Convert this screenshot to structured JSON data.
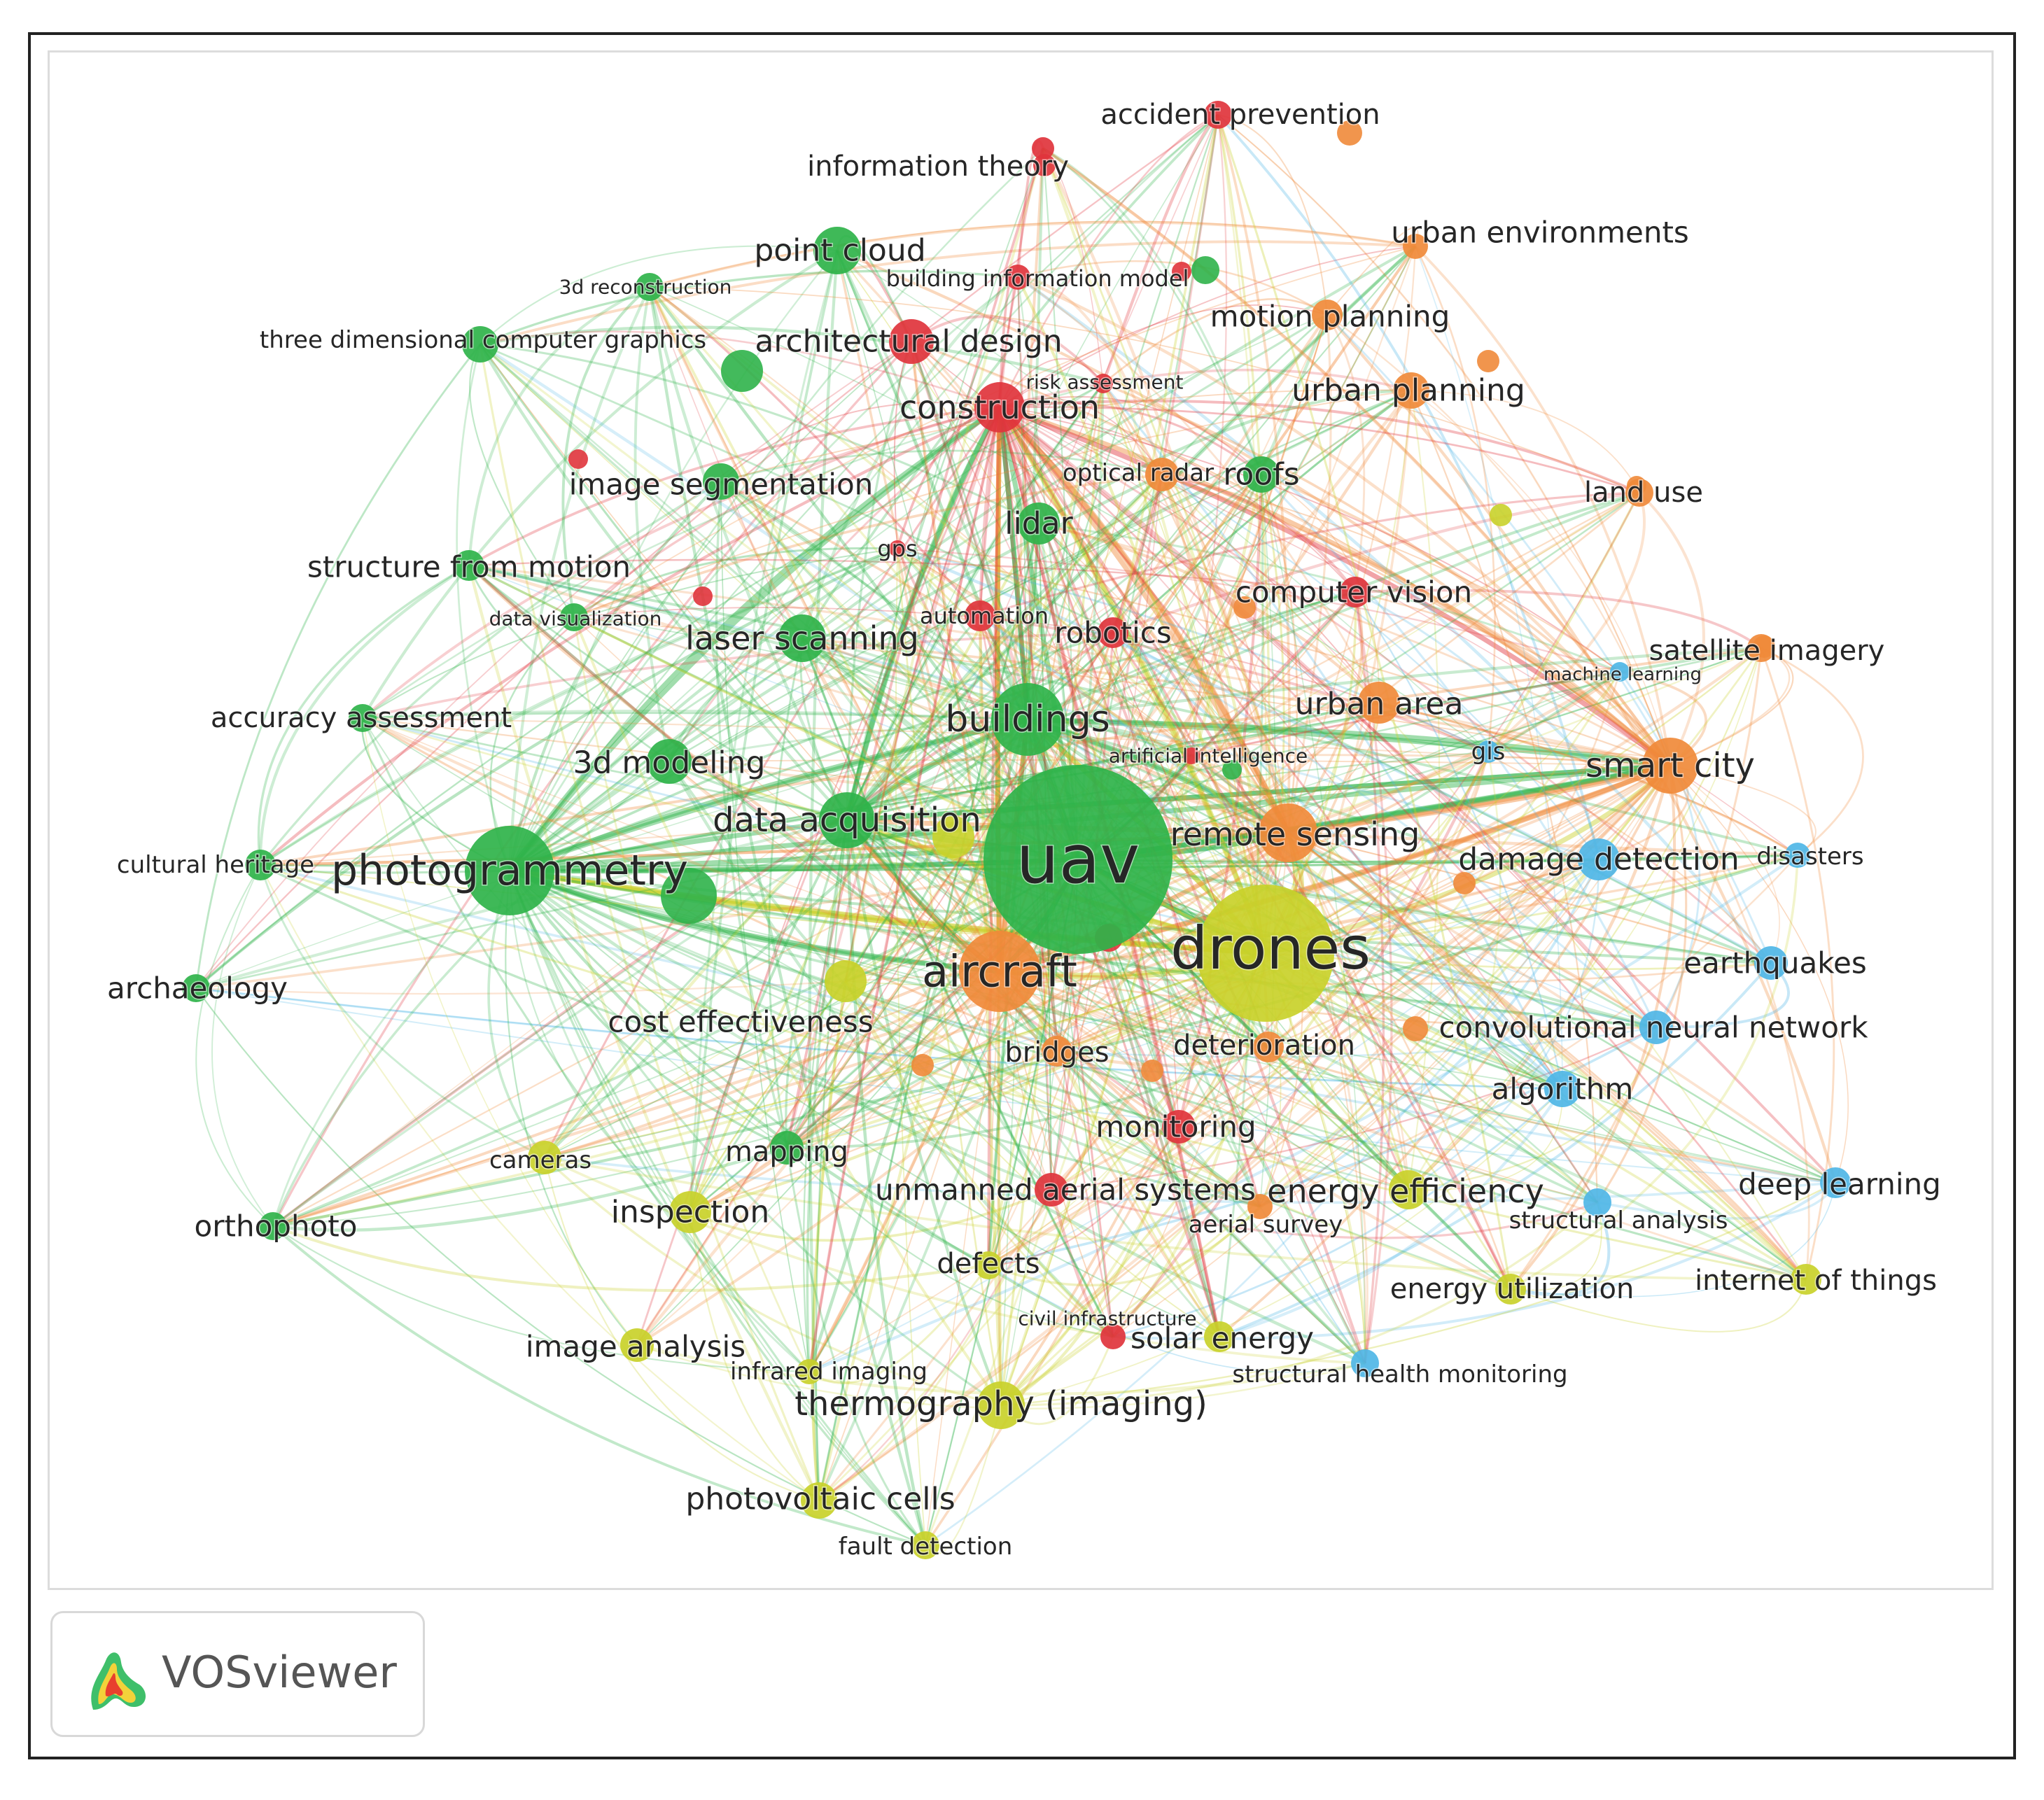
{
  "brand": {
    "name": "VOSviewer"
  },
  "clusters": {
    "red": "#e0343c",
    "green": "#2fb34a",
    "blue": "#4fb6e6",
    "yellow": "#c9d12a",
    "orange": "#f08a3a"
  },
  "nodes": [
    {
      "id": "uav",
      "label": "uav",
      "cluster": "green",
      "weight": 100
    },
    {
      "id": "drones",
      "label": "drones",
      "cluster": "yellow",
      "weight": 70
    },
    {
      "id": "photogrammetry",
      "label": "photogrammetry",
      "cluster": "green",
      "weight": 45
    },
    {
      "id": "aircraft",
      "label": "aircraft",
      "cluster": "orange",
      "weight": 38
    },
    {
      "id": "buildings",
      "label": "buildings",
      "cluster": "green",
      "weight": 30
    },
    {
      "id": "data_acquisition",
      "label": "data acquisition",
      "cluster": "green",
      "weight": 22
    },
    {
      "id": "remote_sensing",
      "label": "remote sensing",
      "cluster": "orange",
      "weight": 24
    },
    {
      "id": "smart_city",
      "label": "smart city",
      "cluster": "orange",
      "weight": 20
    },
    {
      "id": "construction",
      "label": "construction",
      "cluster": "red",
      "weight": 20
    },
    {
      "id": "architectural_design",
      "label": "architectural design",
      "cluster": "red",
      "weight": 18
    },
    {
      "id": "point_cloud",
      "label": "point cloud",
      "cluster": "green",
      "weight": 18
    },
    {
      "id": "lidar",
      "label": "lidar",
      "cluster": "green",
      "weight": 16
    },
    {
      "id": "laser_scanning",
      "label": "laser scanning",
      "cluster": "green",
      "weight": 18
    },
    {
      "id": "3d_modeling",
      "label": "3d modeling",
      "cluster": "green",
      "weight": 16
    },
    {
      "id": "roofs",
      "label": "roofs",
      "cluster": "green",
      "weight": 14
    },
    {
      "id": "urban_area",
      "label": "urban area",
      "cluster": "orange",
      "weight": 16
    },
    {
      "id": "urban_planning",
      "label": "urban planning",
      "cluster": "orange",
      "weight": 14
    },
    {
      "id": "urban_environments",
      "label": "urban environments",
      "cluster": "orange",
      "weight": 12
    },
    {
      "id": "motion_planning",
      "label": "motion planning",
      "cluster": "orange",
      "weight": 12
    },
    {
      "id": "thermography",
      "label": "thermography (imaging)",
      "cluster": "yellow",
      "weight": 20
    },
    {
      "id": "inspection",
      "label": "inspection",
      "cluster": "yellow",
      "weight": 18
    },
    {
      "id": "cost_effectiveness",
      "label": "cost effectiveness",
      "cluster": "yellow",
      "weight": 16
    },
    {
      "id": "energy_efficiency",
      "label": "energy efficiency",
      "cluster": "yellow",
      "weight": 16
    },
    {
      "id": "photovoltaic_cells",
      "label": "photovoltaic cells",
      "cluster": "yellow",
      "weight": 14
    },
    {
      "id": "damage_detection",
      "label": "damage detection",
      "cluster": "blue",
      "weight": 16
    },
    {
      "id": "convolutional_neural_network",
      "label": "convolutional neural network",
      "cluster": "blue",
      "weight": 14
    },
    {
      "id": "algorithm",
      "label": "algorithm",
      "cluster": "blue",
      "weight": 14
    },
    {
      "id": "earthquakes",
      "label": "earthquakes",
      "cluster": "blue",
      "weight": 12
    },
    {
      "id": "deep_learning",
      "label": "deep learning",
      "cluster": "blue",
      "weight": 12
    },
    {
      "id": "structural_analysis",
      "label": "structural analysis",
      "cluster": "blue",
      "weight": 10
    },
    {
      "id": "structural_health_monitoring",
      "label": "structural health monitoring",
      "cluster": "blue",
      "weight": 10
    },
    {
      "id": "disasters",
      "label": "disasters",
      "cluster": "blue",
      "weight": 8
    },
    {
      "id": "machine_learning",
      "label": "machine learning",
      "cluster": "blue",
      "weight": 6
    },
    {
      "id": "gis",
      "label": "gis",
      "cluster": "blue",
      "weight": 7
    },
    {
      "id": "monitoring",
      "label": "monitoring",
      "cluster": "red",
      "weight": 14
    },
    {
      "id": "unmanned_aerial_systems",
      "label": "unmanned aerial systems",
      "cluster": "red",
      "weight": 14
    },
    {
      "id": "robotics",
      "label": "robotics",
      "cluster": "red",
      "weight": 12
    },
    {
      "id": "automation",
      "label": "automation",
      "cluster": "red",
      "weight": 12
    },
    {
      "id": "computer_vision",
      "label": "computer vision",
      "cluster": "red",
      "weight": 12
    },
    {
      "id": "accident_prevention",
      "label": "accident prevention",
      "cluster": "red",
      "weight": 10
    },
    {
      "id": "information_theory",
      "label": "information theory",
      "cluster": "red",
      "weight": 10
    },
    {
      "id": "building_information_model",
      "label": "building information model",
      "cluster": "red",
      "weight": 10
    },
    {
      "id": "risk_assessment",
      "label": "risk assessment",
      "cluster": "red",
      "weight": 7
    },
    {
      "id": "gps",
      "label": "gps",
      "cluster": "red",
      "weight": 7
    },
    {
      "id": "artificial_intelligence",
      "label": "artificial intelligence",
      "cluster": "red",
      "weight": 7
    },
    {
      "id": "civil_infrastructure",
      "label": "civil infrastructure",
      "cluster": "red",
      "weight": 8
    },
    {
      "id": "bridges",
      "label": "bridges",
      "cluster": "orange",
      "weight": 10
    },
    {
      "id": "deterioration",
      "label": "deterioration",
      "cluster": "orange",
      "weight": 10
    },
    {
      "id": "aerial_survey",
      "label": "aerial survey",
      "cluster": "orange",
      "weight": 8
    },
    {
      "id": "optical_radar",
      "label": "optical radar",
      "cluster": "orange",
      "weight": 10
    },
    {
      "id": "land_use",
      "label": "land use",
      "cluster": "orange",
      "weight": 10
    },
    {
      "id": "satellite_imagery",
      "label": "satellite imagery",
      "cluster": "orange",
      "weight": 10
    },
    {
      "id": "image_segmentation",
      "label": "image segmentation",
      "cluster": "green",
      "weight": 12
    },
    {
      "id": "structure_from_motion",
      "label": "structure from motion",
      "cluster": "green",
      "weight": 12
    },
    {
      "id": "three_dimensional_computer_graphics",
      "label": "three dimensional computer graphics",
      "cluster": "green",
      "weight": 12
    },
    {
      "id": "3d_reconstruction",
      "label": "3d reconstruction",
      "cluster": "green",
      "weight": 8
    },
    {
      "id": "data_visualization",
      "label": "data visualization",
      "cluster": "green",
      "weight": 8
    },
    {
      "id": "accuracy_assessment",
      "label": "accuracy assessment",
      "cluster": "green",
      "weight": 10
    },
    {
      "id": "cultural_heritage",
      "label": "cultural heritage",
      "cluster": "green",
      "weight": 10
    },
    {
      "id": "archaeology",
      "label": "archaeology",
      "cluster": "green",
      "weight": 10
    },
    {
      "id": "orthophoto",
      "label": "orthophoto",
      "cluster": "green",
      "weight": 10
    },
    {
      "id": "mapping",
      "label": "mapping",
      "cluster": "green",
      "weight": 10
    },
    {
      "id": "cameras",
      "label": "cameras",
      "cluster": "yellow",
      "weight": 10
    },
    {
      "id": "defects",
      "label": "defects",
      "cluster": "yellow",
      "weight": 10
    },
    {
      "id": "image_analysis",
      "label": "image analysis",
      "cluster": "yellow",
      "weight": 10
    },
    {
      "id": "infrared_imaging",
      "label": "infrared imaging",
      "cluster": "yellow",
      "weight": 8
    },
    {
      "id": "solar_energy",
      "label": "solar energy",
      "cluster": "yellow",
      "weight": 10
    },
    {
      "id": "energy_utilization",
      "label": "energy utilization",
      "cluster": "yellow",
      "weight": 10
    },
    {
      "id": "internet_of_things",
      "label": "internet of things",
      "cluster": "yellow",
      "weight": 10
    },
    {
      "id": "fault_detection",
      "label": "fault detection",
      "cluster": "yellow",
      "weight": 8
    }
  ]
}
